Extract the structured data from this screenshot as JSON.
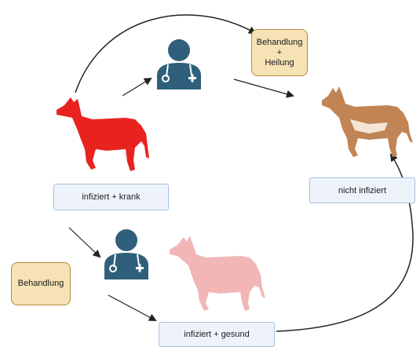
{
  "nodes": {
    "treatment_healing": {
      "line1": "Behandlung",
      "line2": "+",
      "line3": "Heilung"
    },
    "treatment": "Behandlung",
    "infected_sick": "infiziert + krank",
    "not_infected": "nicht infiziert",
    "infected_healthy": "infiziert + gesund"
  },
  "icons": {
    "sick_dog": "sick-dog-icon",
    "healthy_dog": "healthy-dog-icon",
    "carrier_dog": "carrier-dog-icon",
    "doctor": "doctor-icon"
  },
  "colors": {
    "sick": "#e8231f",
    "healthy": "#c18454",
    "carrier": "#f2b6b6",
    "doctor": "#2f5f7a",
    "treatment_fill": "#f6e2b4",
    "treatment_border": "#b38a45",
    "label_fill": "#eef3fb",
    "label_border": "#a9bfe0"
  }
}
